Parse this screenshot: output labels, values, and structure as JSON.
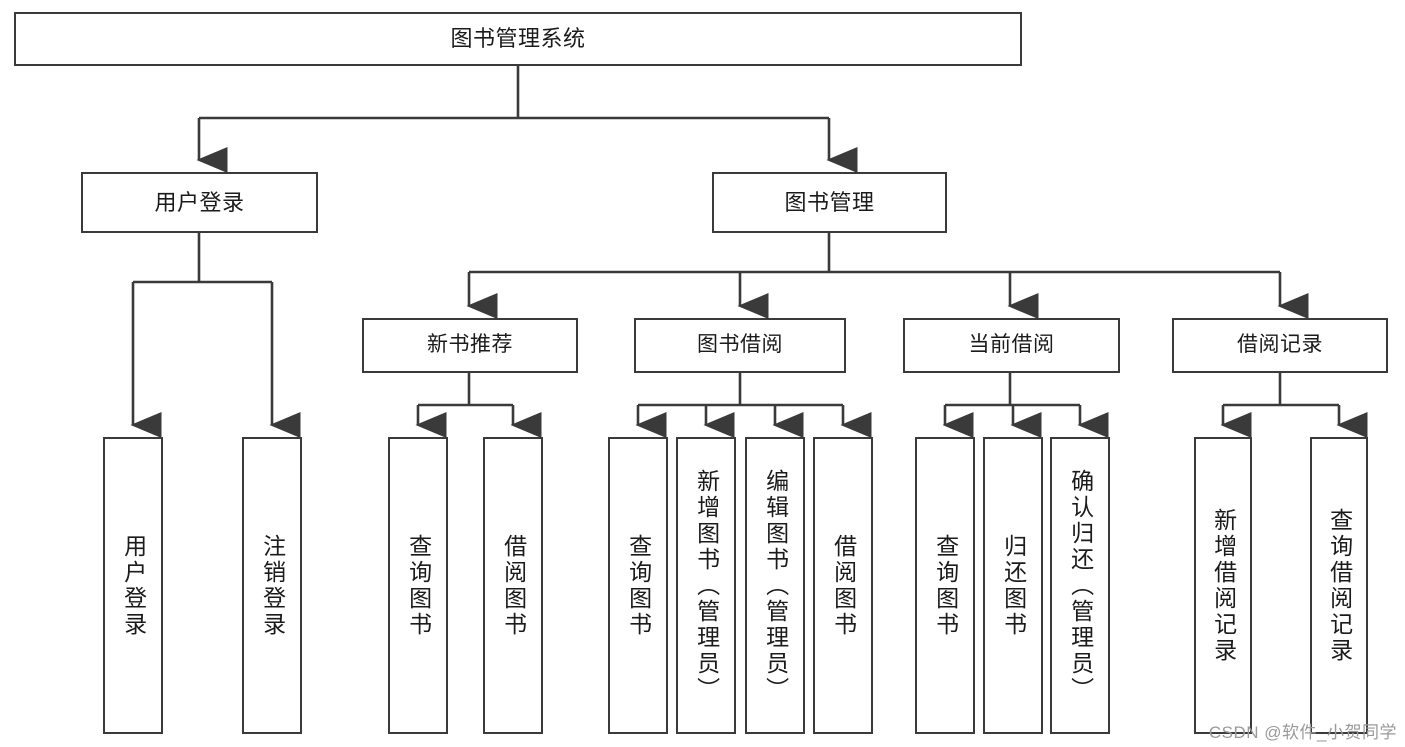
{
  "diagram": {
    "title": "图书管理系统",
    "type": "tree",
    "nodes": {
      "root": {
        "label": "图书管理系统",
        "level": 1,
        "orientation": "horizontal"
      },
      "l2_user": {
        "label": "用户登录",
        "level": 2,
        "orientation": "horizontal"
      },
      "l2_book": {
        "label": "图书管理",
        "level": 2,
        "orientation": "horizontal"
      },
      "l3_new": {
        "label": "新书推荐",
        "level": 3,
        "orientation": "horizontal"
      },
      "l3_borrow": {
        "label": "图书借阅",
        "level": 3,
        "orientation": "horizontal"
      },
      "l3_current": {
        "label": "当前借阅",
        "level": 3,
        "orientation": "horizontal"
      },
      "l3_record": {
        "label": "借阅记录",
        "level": 3,
        "orientation": "horizontal"
      },
      "leaf_01": {
        "label": "用户登录",
        "level": 4,
        "orientation": "vertical"
      },
      "leaf_02": {
        "label": "注销登录",
        "level": 4,
        "orientation": "vertical"
      },
      "leaf_03": {
        "label": "查询图书",
        "level": 4,
        "orientation": "vertical"
      },
      "leaf_04": {
        "label": "借阅图书",
        "level": 4,
        "orientation": "vertical"
      },
      "leaf_05": {
        "label": "查询图书",
        "level": 4,
        "orientation": "vertical"
      },
      "leaf_06": {
        "label": "新增图书（管理员）",
        "level": 4,
        "orientation": "vertical"
      },
      "leaf_07": {
        "label": "编辑图书（管理员）",
        "level": 4,
        "orientation": "vertical"
      },
      "leaf_08": {
        "label": "借阅图书",
        "level": 4,
        "orientation": "vertical"
      },
      "leaf_09": {
        "label": "查询图书",
        "level": 4,
        "orientation": "vertical"
      },
      "leaf_10": {
        "label": "归还图书",
        "level": 4,
        "orientation": "vertical"
      },
      "leaf_11": {
        "label": "确认归还（管理员）",
        "level": 4,
        "orientation": "vertical"
      },
      "leaf_12": {
        "label": "新增借阅记录",
        "level": 4,
        "orientation": "vertical"
      },
      "leaf_13": {
        "label": "查询借阅记录",
        "level": 4,
        "orientation": "vertical"
      }
    },
    "edges": [
      {
        "from": "root",
        "to": "l2_user"
      },
      {
        "from": "root",
        "to": "l2_book"
      },
      {
        "from": "l2_user",
        "to": "leaf_01"
      },
      {
        "from": "l2_user",
        "to": "leaf_02"
      },
      {
        "from": "l2_book",
        "to": "l3_new"
      },
      {
        "from": "l2_book",
        "to": "l3_borrow"
      },
      {
        "from": "l2_book",
        "to": "l3_current"
      },
      {
        "from": "l2_book",
        "to": "l3_record"
      },
      {
        "from": "l3_new",
        "to": "leaf_03"
      },
      {
        "from": "l3_new",
        "to": "leaf_04"
      },
      {
        "from": "l3_borrow",
        "to": "leaf_05"
      },
      {
        "from": "l3_borrow",
        "to": "leaf_06"
      },
      {
        "from": "l3_borrow",
        "to": "leaf_07"
      },
      {
        "from": "l3_borrow",
        "to": "leaf_08"
      },
      {
        "from": "l3_current",
        "to": "leaf_09"
      },
      {
        "from": "l3_current",
        "to": "leaf_10"
      },
      {
        "from": "l3_current",
        "to": "leaf_11"
      },
      {
        "from": "l3_record",
        "to": "leaf_12"
      },
      {
        "from": "l3_record",
        "to": "leaf_13"
      }
    ],
    "colors": {
      "box_border": "#3a3a3a",
      "box_fill": "#ffffff",
      "connector": "#3a3a3a",
      "text": "#1b1b1b",
      "background": "#ffffff",
      "watermark": "#9a9a9a"
    }
  },
  "watermark": {
    "text": "CSDN @软件_小贺同学"
  }
}
